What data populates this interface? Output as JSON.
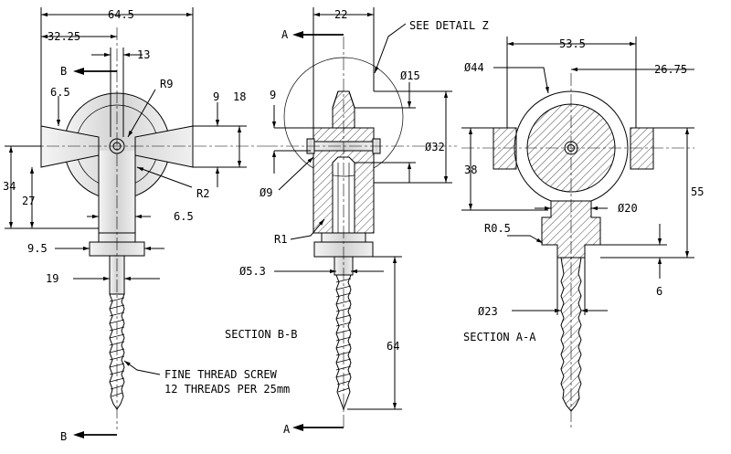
{
  "views": {
    "side": {
      "dims": [
        "64.5",
        "32.25",
        "13",
        "R9",
        "6.5",
        "9",
        "18",
        "34",
        "27",
        "R2",
        "6.5",
        "9.5",
        "19"
      ],
      "section_markers": [
        "B",
        "B"
      ],
      "note": [
        "FINE THREAD SCREW",
        "12 THREADS PER 25mm"
      ]
    },
    "section_bb": {
      "dims": [
        "22",
        "9",
        "Ø15",
        "Ø32",
        "Ø9",
        "R1",
        "Ø5.3",
        "64"
      ],
      "section_markers": [
        "A",
        "A"
      ],
      "detail_callout": "SEE DETAIL  Z",
      "caption": "SECTION  B-B"
    },
    "section_aa": {
      "dims": [
        "Ø44",
        "53.5",
        "26.75",
        "38",
        "55",
        "Ø20",
        "R0.5",
        "6",
        "Ø23"
      ],
      "caption": "SECTION  A-A"
    }
  }
}
